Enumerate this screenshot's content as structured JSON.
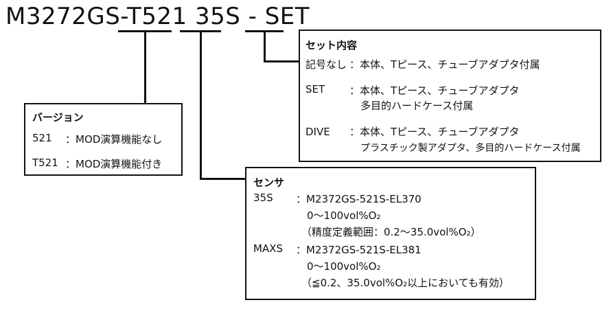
{
  "title": {
    "model": "M3272GS-",
    "version": "T521",
    "sensor": "35S",
    "sep": " - ",
    "set": "SET"
  },
  "version_box": {
    "header": "バージョン",
    "rows": [
      {
        "code": "521",
        "desc": "：MOD演算機能なし"
      },
      {
        "code": "T521",
        "desc": "：MOD演算機能付き"
      }
    ]
  },
  "sensor_box": {
    "header": "センサ",
    "rows": [
      {
        "code": "35S",
        "lines": [
          "：M2372GS-521S-EL370",
          "0～100vol%O₂",
          "（精度定義範囲：0.2～35.0vol%O₂）"
        ]
      },
      {
        "code": "MAXS",
        "lines": [
          "：M2372GS-521S-EL381",
          "0～100vol%O₂",
          "（≦0.2、35.0vol%O₂以上においても有効）"
        ]
      }
    ]
  },
  "set_box": {
    "header": "セット内容",
    "rows": [
      {
        "code": "記号なし",
        "lines": [
          "：本体、Tピース、チューブアダプタ付属"
        ]
      },
      {
        "code": "SET",
        "lines": [
          "：本体、Tピース、チューブアダプタ",
          "多目的ハードケース付属"
        ]
      },
      {
        "code": "DIVE",
        "lines": [
          "：本体、Tピース、チューブアダプタ",
          "プラスチック製アダプタ、多目的ハードケース付属"
        ]
      }
    ]
  }
}
